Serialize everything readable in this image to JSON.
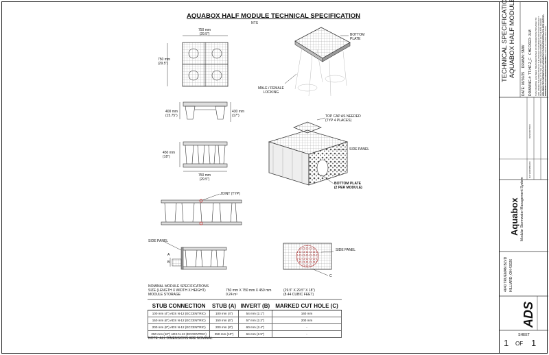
{
  "title": "AQUABOX HALF MODULE TECHNICAL SPECIFICATION",
  "nts": "NTS",
  "dims": {
    "top_w": "750 mm",
    "top_w_in": "(29.5\")",
    "top_h": "750 mm",
    "top_h_in": "(29.5\")",
    "side1_left": "400 mm",
    "side1_left_in": "(15.75\")",
    "side1_right": "430 mm",
    "side1_right_in": "(17\")",
    "side2_left": "450 mm",
    "side2_left_in": "(18\")",
    "side2_bottom": "750 mm",
    "side2_bottom_in": "(29.5\")"
  },
  "callouts": {
    "bottom_plate": "BOTTOM\nPLATE",
    "male_female": "MALE / FEMALE\nLOCKING",
    "top_cap": "TOP CAP AS NEEDED\n(TYP 4 PLACES)",
    "side_panel_iso": "SIDE PANEL",
    "bottom_plate_2": "BOTTOM PLATE\n(2 PER MODULE)",
    "joint": "JOINT (TYP)",
    "side_panel_left": "SIDE PANEL",
    "side_panel_right": "SIDE PANEL",
    "a": "A",
    "b": "B",
    "c": "C"
  },
  "nominal": {
    "heading": "NOMINAL MODULE SPECIFICATIONS",
    "size_label": "SIZE (LENGTH X WIDTH X HEIGHT)",
    "size_val": "750 mm X 750 mm X 450 mm",
    "size_val_in": "(29.5\" X 29.5\" X 18\")",
    "storage_label": "MODULE STORAGE",
    "storage_val": "0.24 m³",
    "storage_val_ft": "(8.44 CUBIC FEET)"
  },
  "table": {
    "headers": [
      "STUB CONNECTION",
      "STUB (A)",
      "INVERT (B)",
      "MARKED CUT HOLE (C)"
    ],
    "rows": [
      [
        "100 mm (4\") ADS N-12 (ECCENTRIC)",
        "100 mm (4\")",
        "54 mm (2.1\")",
        "160 mm"
      ],
      [
        "150 mm (6\") ADS N-12 (ECCENTRIC)",
        "150 mm (6\")",
        "57 mm (2.2\")",
        "200 mm"
      ],
      [
        "200 mm (8\") ADS N-12 (ECCENTRIC)",
        "200 mm (8\")",
        "60 mm (2.4\")",
        "-"
      ],
      [
        "250 mm (10\") ADS N-12 (ECCENTRIC)",
        "250 mm (10\")",
        "64 mm (2.5\")",
        "-"
      ]
    ]
  },
  "note": "NOTE: ALL DIMENSIONS ARE NOMINAL",
  "title_block": {
    "spec_title_1": "TECHNICAL SPECIFICATIONS",
    "spec_title_2": "AQUABOX HALF MODULE",
    "date_label": "DATE:",
    "date": "06/30/25",
    "drawn_label": "DRAWN:",
    "drawn": "SMW",
    "drawing_no_label": "DRAWING #:",
    "drawing_no": "TT-HZ-2_C",
    "checked_label": "CHECKED:",
    "checked": "JLM",
    "description_label": "DESCRIPTION",
    "date_col": "DATE",
    "drwn_col": "DRWN",
    "chkd_col": "CHKD",
    "product": "Aquabox",
    "product_sub": "Modular Stormwater Management System",
    "address_1": "4640 TRUEMAN BLVD",
    "address_2": "HILLIARD, OH 43026",
    "logo": "ADS",
    "sheet_label": "SHEET",
    "sheet_num": "1",
    "sheet_of": "OF",
    "sheet_total": "1",
    "disclaimer_1": "THIS DRAWING HAS BEEN PREPARED BASED ON INFORMATION PROVIDED TO ADS UNDER THE DIRECTION OF THE PROJECT ENGINEER OR OTHER PROJECT REPRESENTATIVE. IT IS THE ULTIMATE RESPONSIBILITY OF THE SITE DESIGN ENGINEER TO ENSURE THAT THE PRODUCT DESIGN IS IN COMPLIANCE WITH ALL APPLICABLE LAWS AND REGULATIONS.",
    "disclaimer_2": "ADS DOES NOT WARRANT THE ACCURACY OF THIS DRAWING. THE SITE DESIGN ENGINEER SHALL REVIEW THIS DRAWING PRIOR TO CONSTRUCTION."
  }
}
